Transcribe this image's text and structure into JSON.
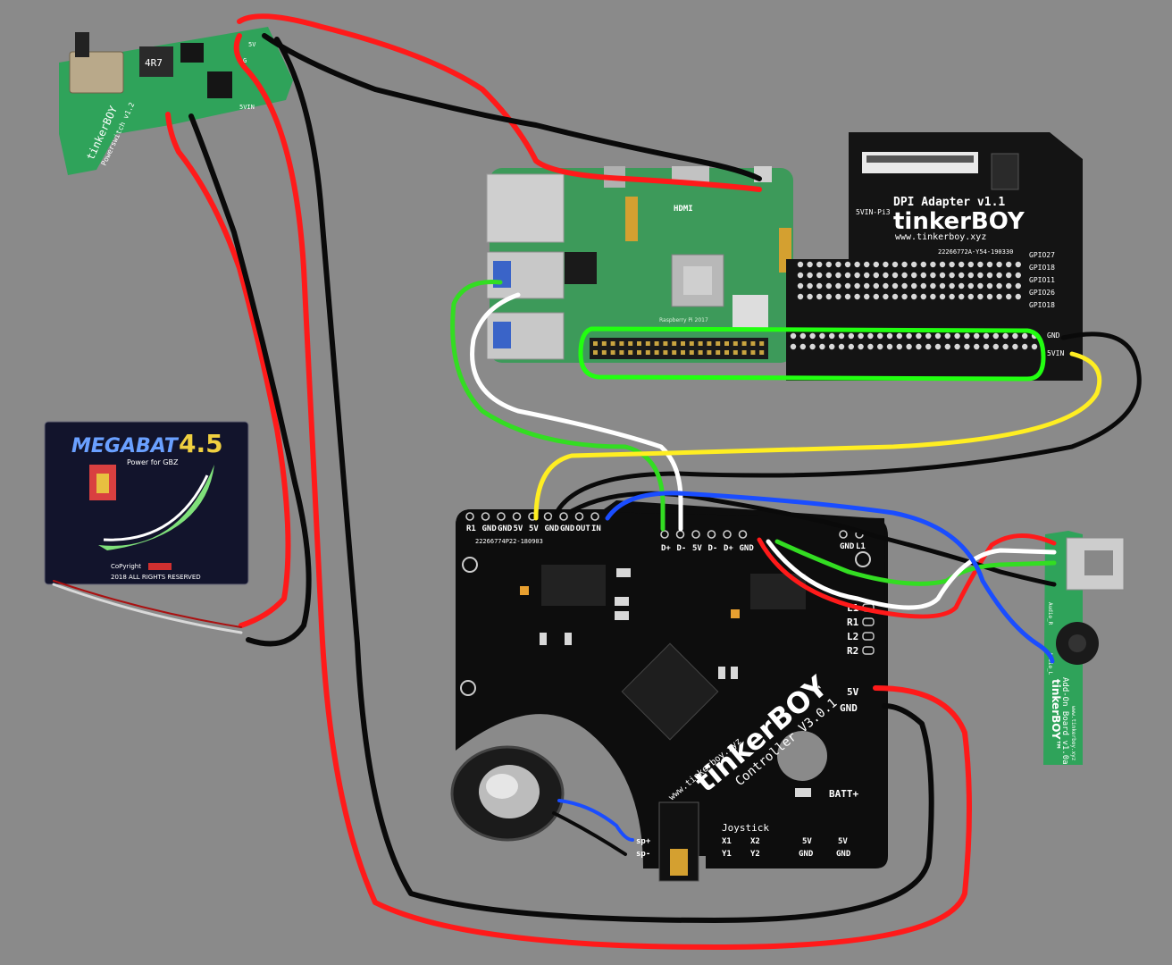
{
  "colors": {
    "background": "#8a8a8a",
    "pcb_black": "#111111",
    "pcb_green": "#2fa35a",
    "pcb_pi_green": "#3d9a5a",
    "wire_red": "#ff1a1a",
    "wire_black": "#0a0a0a",
    "wire_green": "#33dd22",
    "wire_white": "#ffffff",
    "wire_yellow": "#ffee22",
    "wire_blue": "#1a4dff",
    "outline_green": "#22ff11"
  },
  "power_switch": {
    "brand": "tinkerBOY",
    "name": "Powerswitch v1.2",
    "inductor_marking": "4R7",
    "pads": [
      "5V",
      "G",
      "5VIN"
    ]
  },
  "battery": {
    "brand": "MEGABAT",
    "version": "4.5",
    "tagline": "Power for GBZ",
    "copyright": "CoPyright",
    "rights": "2018 ALL RIGHTS RESERVED"
  },
  "raspberry_pi": {
    "hdmi_label": "HDMI",
    "copyright": "Raspberry Pi 2017"
  },
  "dpi_adapter": {
    "version": "DPI Adapter v1.1",
    "brand": "tinkerBOY",
    "url": "www.tinkerboy.xyz",
    "part": "22266772A-Y54-190330",
    "power_label": "5VIN-Pi3",
    "gpio_pins": [
      "GPIO27",
      "GPIO18",
      "GPIO11",
      "GPIO26",
      "GPIO18"
    ],
    "bottom_pins": [
      "GND",
      "5VIN"
    ]
  },
  "controller": {
    "brand": "tinkerBOY",
    "trademark": "™",
    "model": "Controller V3.0.1",
    "url": "www.tinkerboy.xyz",
    "part": "22266774P22-180903",
    "top_pins_left": [
      "R1",
      "GND",
      "GND",
      "5V",
      "5V",
      "GND",
      "GND",
      "OUT",
      "IN"
    ],
    "top_pins_mid": [
      "D+",
      "D-",
      "5V",
      "D-",
      "D+",
      "GND"
    ],
    "top_pins_right": [
      "GND",
      "L1"
    ],
    "side_pins": [
      "L1",
      "R1",
      "L2",
      "R2"
    ],
    "power_pins": [
      "5V",
      "GND"
    ],
    "batt_label": "BATT+",
    "speaker_pins": [
      "sp+",
      "sp-"
    ],
    "joystick_title": "Joystick",
    "joystick_pins": [
      "X1",
      "X2",
      "Y1",
      "Y2"
    ],
    "aux_pins": [
      "5V",
      "5V",
      "GND",
      "GND"
    ]
  },
  "addon_board": {
    "brand": "tinkerBOY™",
    "name": "Add-On Board v1.0a",
    "url": "www.tinkerboy.xyz",
    "side_text": "Audio_R",
    "side_text2": "Audio_L"
  }
}
